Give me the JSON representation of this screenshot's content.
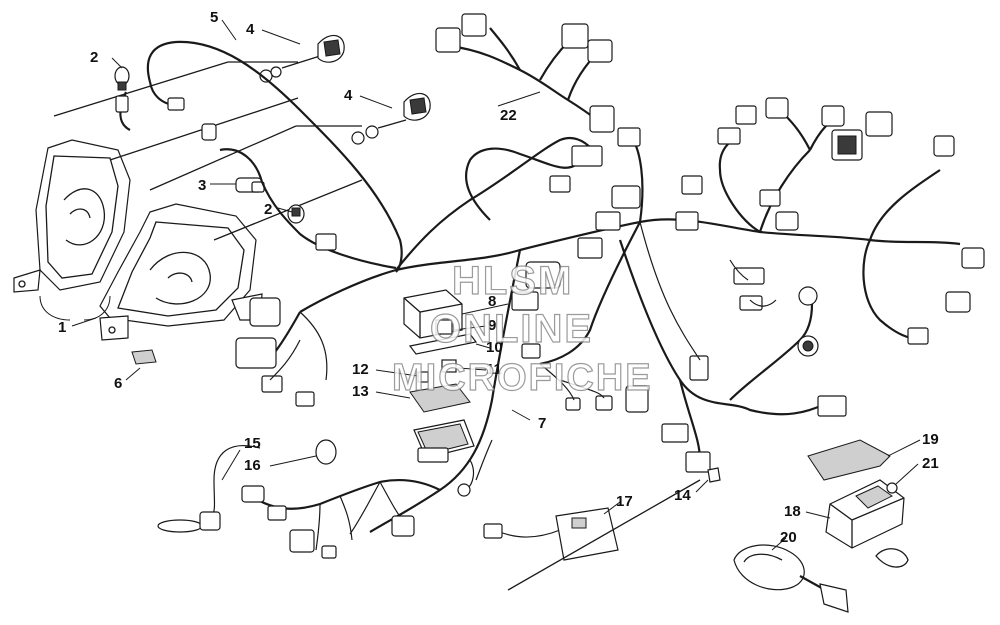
{
  "callouts": {
    "c1": "1",
    "c2a": "2",
    "c2b": "2",
    "c3": "3",
    "c4a": "4",
    "c4b": "4",
    "c5": "5",
    "c6": "6",
    "c7": "7",
    "c8": "8",
    "c9": "9",
    "c10": "10",
    "c11": "11",
    "c12": "12",
    "c13": "13",
    "c14": "14",
    "c15": "15",
    "c16": "16",
    "c17": "17",
    "c18": "18",
    "c19": "19",
    "c20": "20",
    "c21": "21",
    "c22": "22"
  },
  "watermark": {
    "line1": "HLSM",
    "line2": "ONLINE",
    "line3": "MICROFICHE"
  }
}
